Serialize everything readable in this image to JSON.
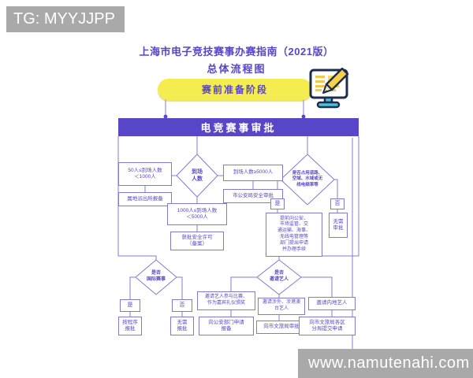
{
  "badge": {
    "text": "TG: MYYJJPP"
  },
  "title": {
    "line1": "上海市电子竞技赛事办赛指南（2021版）",
    "line2": "总体流程图"
  },
  "stage": {
    "pill_label": "赛前准备阶段",
    "icon": "monitor-pencil-icon"
  },
  "flow": {
    "header": "电竞赛事审批",
    "attendance": {
      "diamond": "到场\n人数",
      "small_range": "50人≤到场人数\n＜1000人",
      "small_action": "属地派出所报备",
      "mid_range": "1000人≤到场人数\n＜5000人",
      "mid_action": "获批安全许可\n（备案）",
      "large_range": "到场人数≥5000人",
      "large_action": "市公安局安全审批"
    },
    "occupy": {
      "diamond": "是否占用道路、\n空域、水域或无\n线电频率等",
      "yes": "是",
      "no": "否",
      "yes_action": "提前向公安、\n市场监管、交\n通运输、海事、\n无线电管理等\n部门提出申请\n并办理手续",
      "no_action": "无需\n审批"
    },
    "intl": {
      "diamond": "是否\n国际赛事",
      "yes": "是",
      "no": "否",
      "yes_action": "按程序\n报批",
      "no_action": "无需\n报批"
    },
    "artist": {
      "diamond": "是否\n邀请艺人",
      "case_mixed": "邀请艺人参与比赛、\n作为嘉宾礼仪颁奖",
      "case_mixed_action": "向公安部门申请\n报备",
      "case_foreign": "邀请涉外、涉港澳\n台艺人",
      "case_foreign_action": "向市文旅局审批",
      "case_domestic": "邀请内地艺人",
      "case_domestic_action": "向市文旅局各区\n分局提交申请"
    }
  },
  "watermark": {
    "text": "www.namutenahi.com"
  },
  "colors": {
    "accent_purple": "#5746C8",
    "line_purple": "#8478D6",
    "pill_yellow": "#F5EC4F",
    "overlay_gray": "#A9A9A9",
    "icon_navy": "#1F2B50",
    "icon_teal": "#49C3D4",
    "icon_yellow": "#F4C84B"
  }
}
